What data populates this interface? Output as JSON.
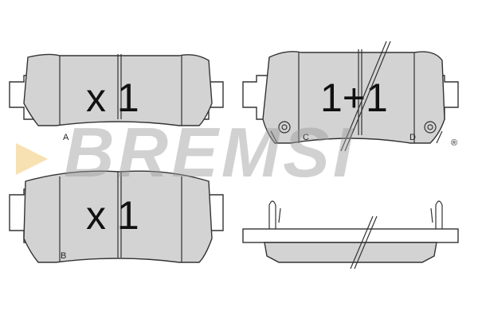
{
  "pads": {
    "top_left": {
      "quantity": "x 1",
      "label": "A"
    },
    "bottom_left": {
      "quantity": "x 1",
      "label": "B"
    },
    "top_right": {
      "quantity": "1+1",
      "label_left": "C",
      "label_right": "D"
    }
  },
  "watermark": {
    "text": "BREMSI",
    "registered": "®",
    "accent_color": "#f5d9a0"
  },
  "colors": {
    "pad_fill": "#d3d3d3",
    "outline": "#333333"
  }
}
